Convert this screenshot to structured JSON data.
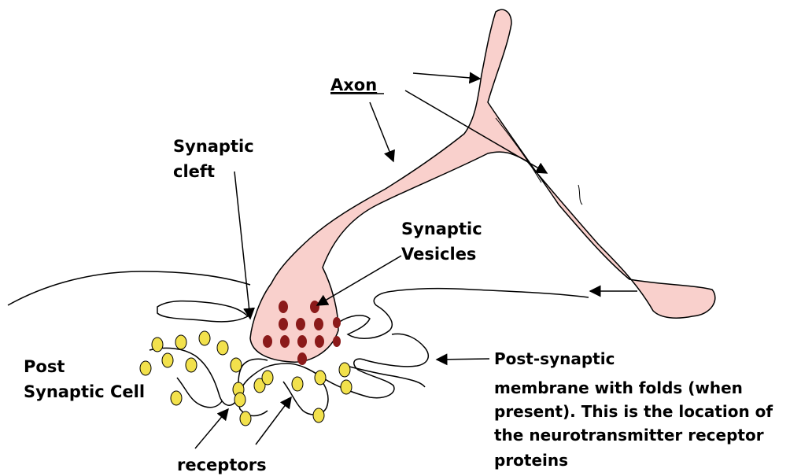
{
  "colors": {
    "axon_fill": "#f9d0cc",
    "axon_stroke": "#000000",
    "vesicle": "#8b1a1a",
    "receptor": "#f2e14c",
    "receptor_stroke": "#000000"
  },
  "labels": {
    "axon": "Axon",
    "synaptic_cleft": [
      "Synaptic",
      "cleft"
    ],
    "synaptic_vesicles": [
      "Synaptic",
      "Vesicles"
    ],
    "post_synaptic_cell": [
      "Post",
      "Synaptic Cell"
    ],
    "post_synaptic_membrane": [
      "Post-synaptic",
      "membrane with folds (when",
      "present). This is the location of",
      "the neurotransmitter receptor",
      "proteins"
    ],
    "receptors": "receptors"
  }
}
